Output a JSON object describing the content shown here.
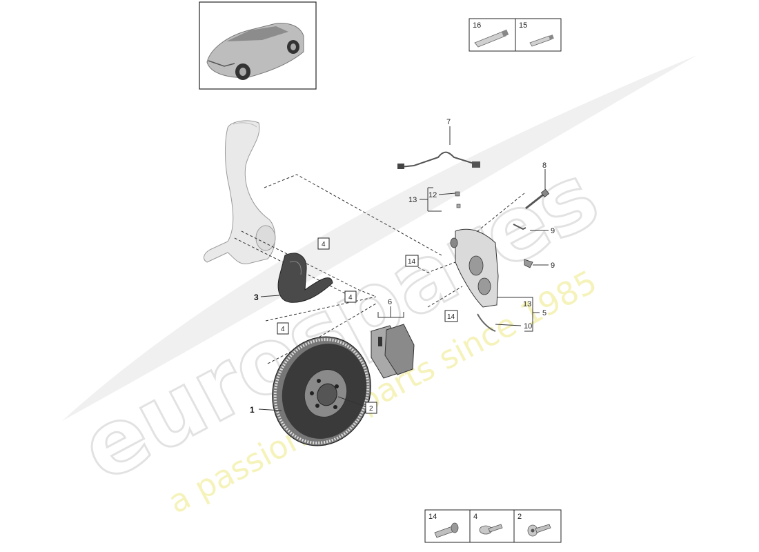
{
  "watermark": {
    "brand": "eurospares",
    "tagline": "a passion for parts since 1985"
  },
  "legend_top": [
    {
      "number": "16"
    },
    {
      "number": "15"
    }
  ],
  "legend_bottom": [
    {
      "number": "14"
    },
    {
      "number": "4"
    },
    {
      "number": "2"
    }
  ],
  "callouts": {
    "p1": "1",
    "p2": "2",
    "p3": "3",
    "p4a": "4",
    "p4b": "4",
    "p4c": "4",
    "p5": "5",
    "p6": "6",
    "p7": "7",
    "p8": "8",
    "p9a": "9",
    "p9b": "9",
    "p10": "10",
    "p12": "12",
    "p13a": "13",
    "p13b": "13",
    "p14a": "14",
    "p14b": "14"
  },
  "colors": {
    "line": "#333333",
    "part_fill": "#cfcfcf",
    "part_dark": "#4a4a4a",
    "watermark_grey": "#e6e6e6",
    "watermark_yellow": "#f3f0a6"
  }
}
